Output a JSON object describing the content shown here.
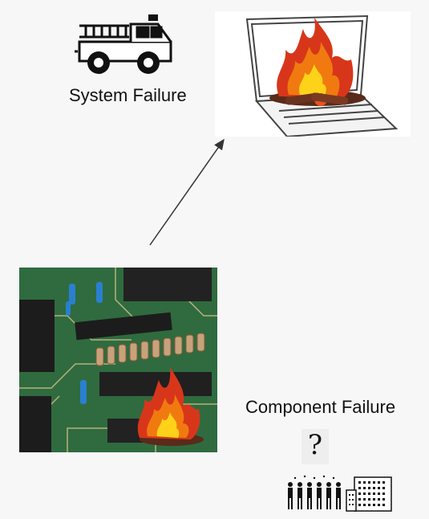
{
  "labels": {
    "system_failure": "System Failure",
    "component_failure": "Component Failure",
    "question_mark": "?"
  },
  "colors": {
    "background": "#f7f7f7",
    "pcb_green": "#2f6b3f",
    "fire_orange": "#f07a10",
    "fire_yellow": "#ffd21a",
    "fire_red": "#d8361a",
    "arrow": "#333333"
  },
  "icons": {
    "fire_truck": "fire-truck-icon",
    "laptop_on_fire": "laptop-fire-icon",
    "circuit_board_on_fire": "circuit-board-fire-image",
    "people_and_building": "people-building-icon"
  }
}
